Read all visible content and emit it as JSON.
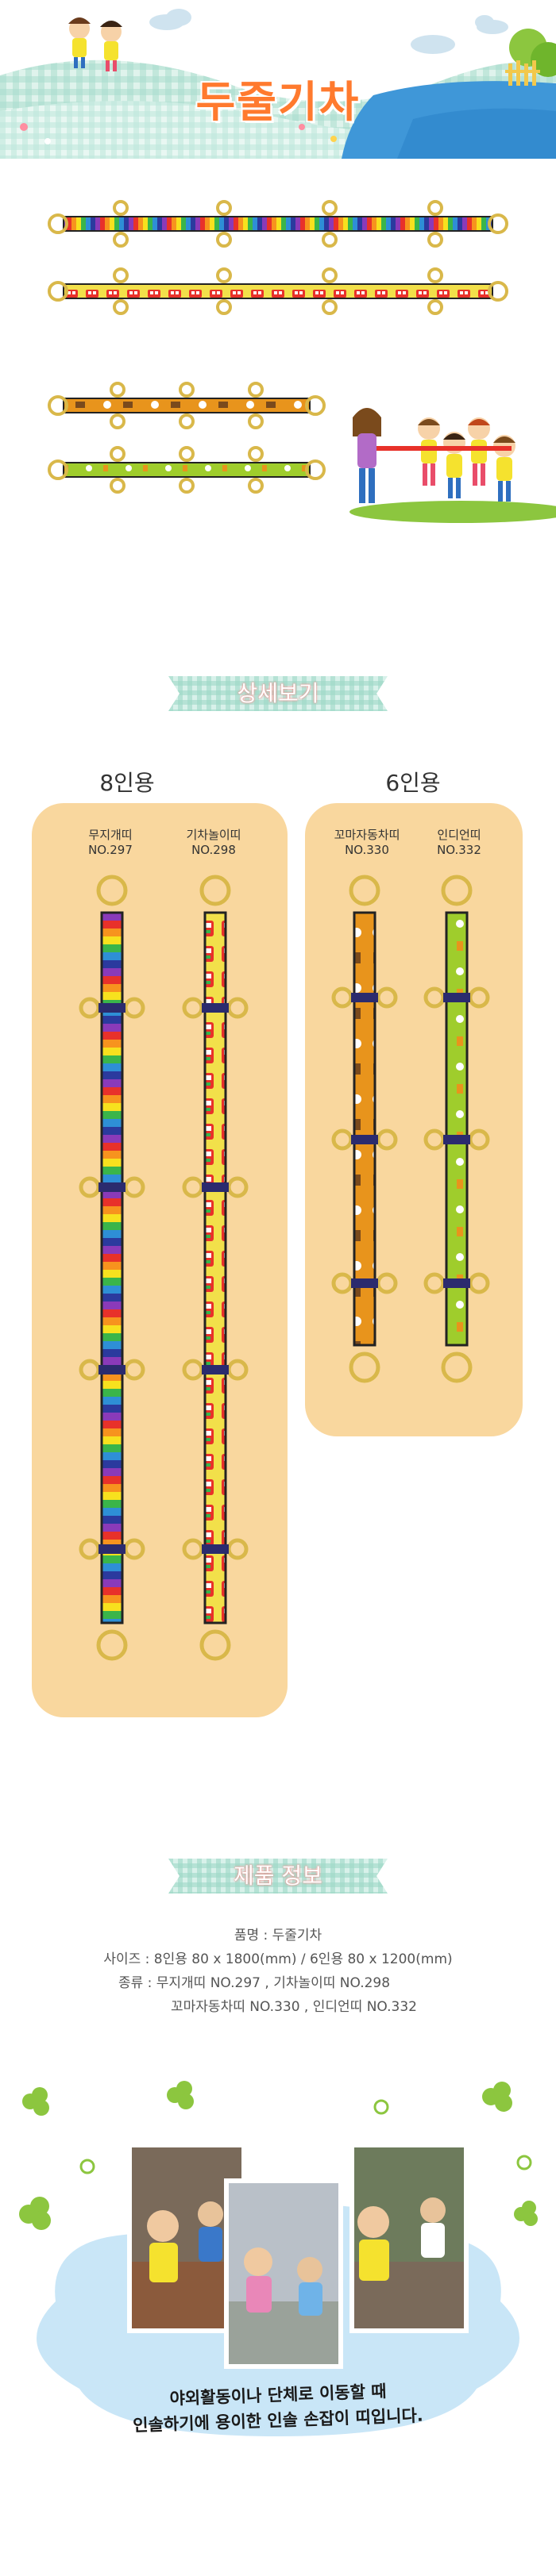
{
  "header": {
    "title": "두줄기차"
  },
  "sections": {
    "detail_label": "상세보기",
    "info_label": "제품 정보"
  },
  "detail": {
    "group8": {
      "heading": "8인용",
      "straps": [
        {
          "name": "무지개띠",
          "code": "NO.297"
        },
        {
          "name": "기차놀이띠",
          "code": "NO.298"
        }
      ]
    },
    "group6": {
      "heading": "6인용",
      "straps": [
        {
          "name": "꼬마자동차띠",
          "code": "NO.330"
        },
        {
          "name": "인디언띠",
          "code": "NO.332"
        }
      ]
    }
  },
  "product_info": {
    "lines": [
      "품명 : 두줄기차",
      "사이즈 : 8인용 80 x 1800(mm) / 6인용 80 x 1200(mm)",
      "종류 : 무지개띠 NO.297 , 기차놀이띠 NO.298",
      "꼬마자동차띠 NO.330 , 인디언띠 NO.332"
    ]
  },
  "photo_caption": {
    "line1": "야외활동이나 단체로 이동할 때",
    "line2": "인솔하기에 용이한 인솔 손잡이 띠입니다."
  },
  "colors": {
    "title_orange": "#ff7a2e",
    "panel_peach": "#f9d79e",
    "ribbon_mint": "#bfe8dc",
    "ring_gold": "#d9b84a",
    "strap_orange": "#e8941c",
    "strap_green": "#9fcd2c",
    "strap_yellow": "#f2e04a",
    "rainbow": [
      "#e8312a",
      "#f7931e",
      "#f7e11e",
      "#3ab54a",
      "#2e8fd6",
      "#2b3a9e",
      "#8a3ab9"
    ]
  }
}
